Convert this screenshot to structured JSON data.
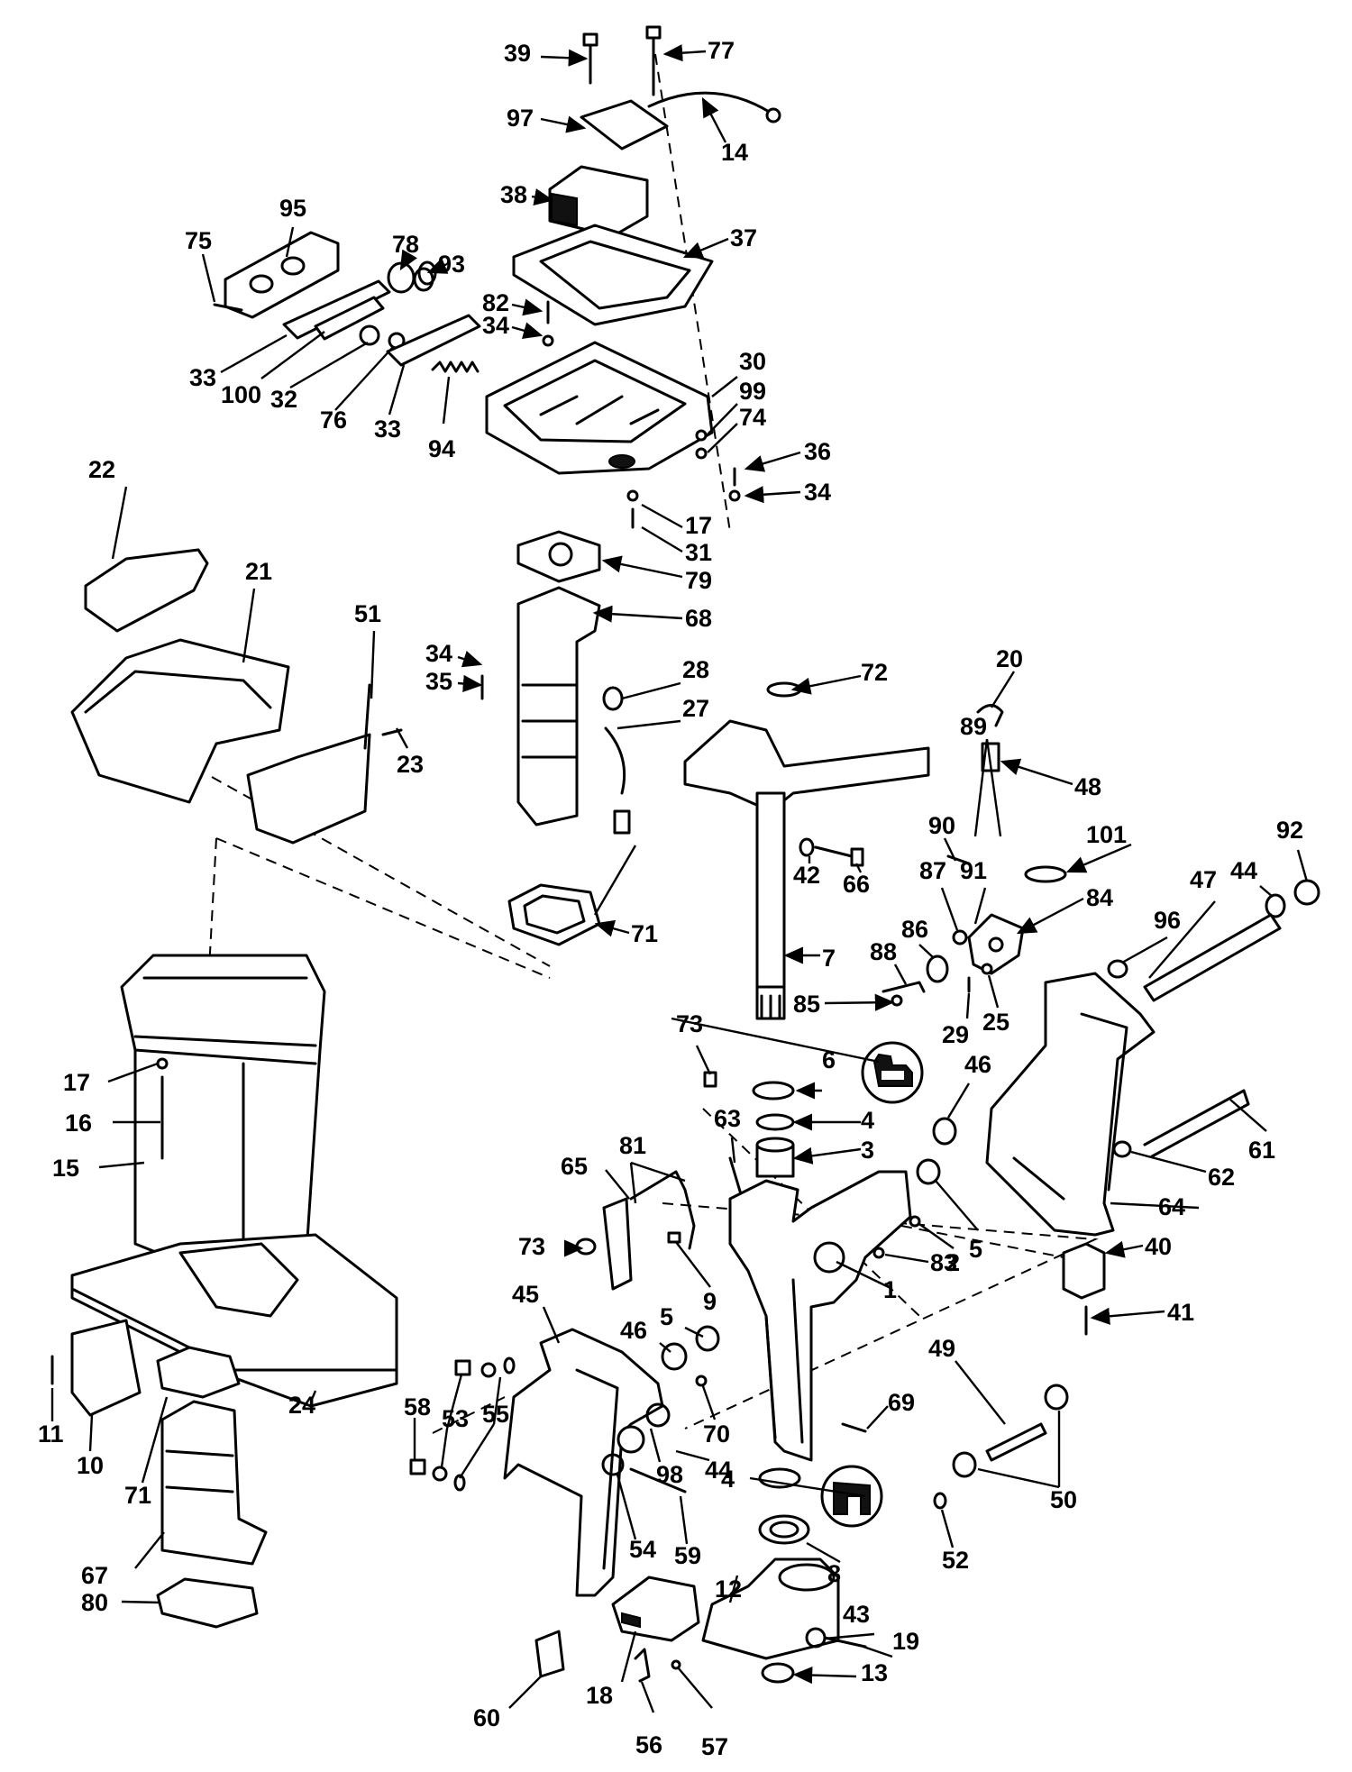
{
  "callouts": [
    "39",
    "77",
    "97",
    "14",
    "38",
    "95",
    "37",
    "75",
    "78",
    "93",
    "82",
    "34",
    "33",
    "100",
    "32",
    "76",
    "94",
    "30",
    "99",
    "74",
    "36",
    "17",
    "31",
    "22",
    "21",
    "79",
    "68",
    "51",
    "28",
    "27",
    "72",
    "20",
    "35",
    "23",
    "89",
    "48",
    "90",
    "101",
    "92",
    "42",
    "66",
    "44",
    "87",
    "91",
    "84",
    "86",
    "88",
    "71",
    "7",
    "47",
    "96",
    "85",
    "29",
    "25",
    "73",
    "6",
    "4",
    "46",
    "63",
    "3",
    "81",
    "65",
    "61",
    "62",
    "64",
    "5",
    "2",
    "40",
    "83",
    "9",
    "1",
    "16",
    "15",
    "45",
    "41",
    "49",
    "69",
    "70",
    "11",
    "10",
    "24",
    "58",
    "53",
    "55",
    "98",
    "50",
    "59",
    "54",
    "8",
    "52",
    "67",
    "80",
    "12",
    "43",
    "19",
    "13",
    "18",
    "60",
    "56",
    "57"
  ]
}
